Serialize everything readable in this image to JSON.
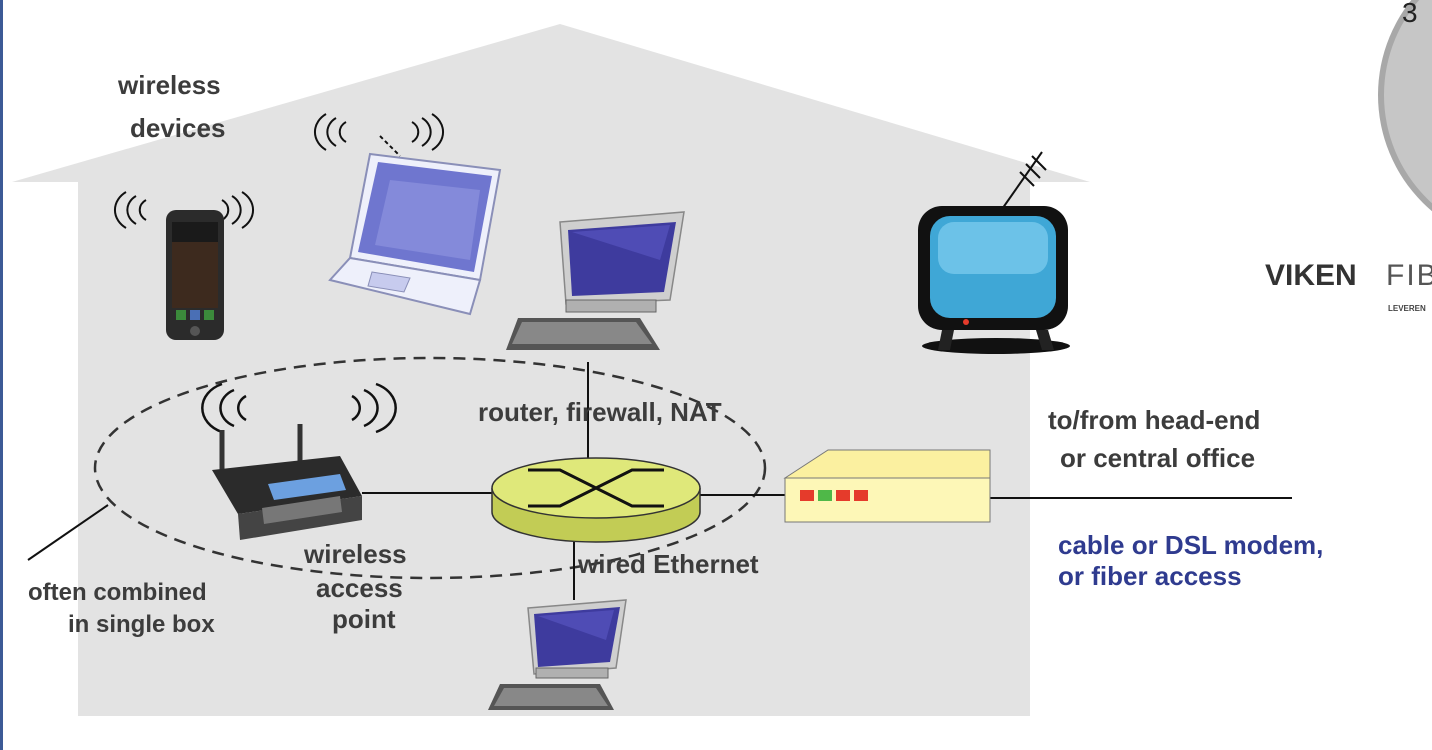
{
  "labels": {
    "wireless_devices_1": "wireless",
    "wireless_devices_2": "devices",
    "router": "router, firewall, NAT",
    "headend_1": "to/from head-end",
    "headend_2": "or central office",
    "modem_1": "cable or DSL modem,",
    "modem_2": "or fiber access",
    "wired": "wired Ethernet",
    "ap_1": "wireless",
    "ap_2": "access",
    "ap_3": "point",
    "combined_1": "often combined",
    "combined_2": "in single box"
  },
  "logo": {
    "text_bold": "VIKEN",
    "text_light": "FIB",
    "sub": "LEVEREN",
    "badge_text": "3"
  },
  "colors": {
    "house": "#e3e3e3",
    "router": "#dfe87a",
    "modem": "#fdf7b7",
    "label_blue": "#2f3b8f",
    "label_gray": "#3c3c3c",
    "led_red": "#e53b2b",
    "led_green": "#4fb848"
  }
}
